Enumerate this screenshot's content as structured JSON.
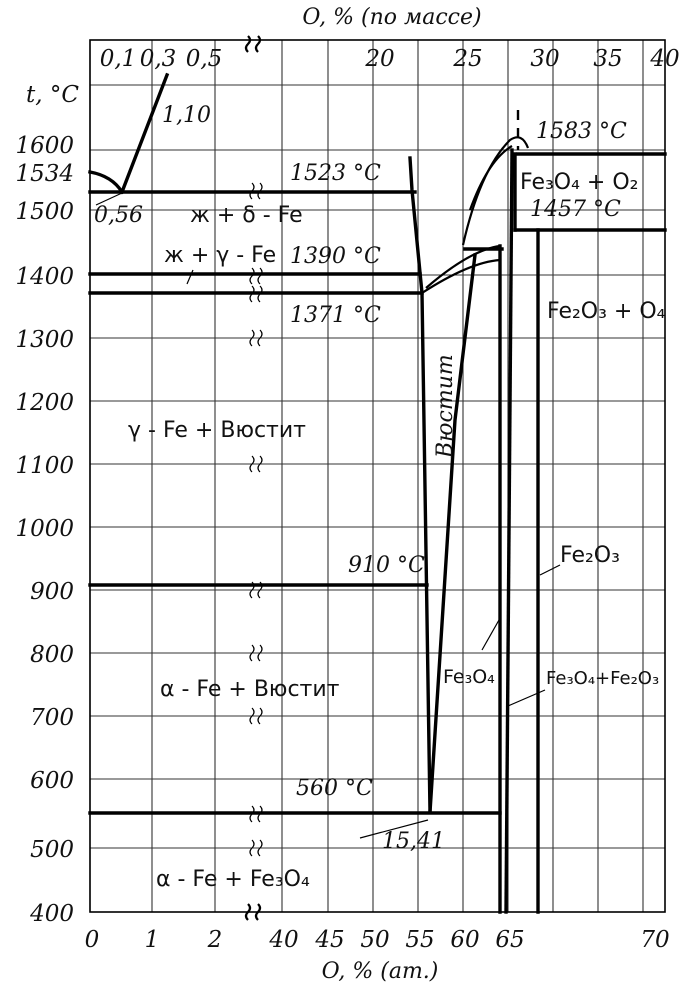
{
  "diagram": {
    "top_axis_title": "O, % (по массе)",
    "top_ticks": [
      "0,1",
      "0,3",
      "0,5",
      "20",
      "25",
      "30",
      "35",
      "40"
    ],
    "bottom_axis_title": "O, % (ат.)",
    "bottom_ticks": [
      "0",
      "1",
      "2",
      "40",
      "45",
      "50",
      "55",
      "60",
      "65",
      "70"
    ],
    "y_axis_title": "t, °C",
    "y_ticks": [
      "1600",
      "1534",
      "1500",
      "1400",
      "1300",
      "1200",
      "1100",
      "1000",
      "900",
      "800",
      "700",
      "600",
      "500",
      "400"
    ],
    "temperatures": {
      "t1523": "1523 °C",
      "t1390": "1390 °C",
      "t1371": "1371 °C",
      "t910": "910 °C",
      "t560": "560 °C",
      "t1583": "1583 °C",
      "t1457": "1457 °C"
    },
    "compositions": {
      "c110": "1,10",
      "c056": "0,56",
      "c1541": "15,41"
    },
    "phases": {
      "l_delta": "ж + δ - Fe",
      "l_gamma": "ж + γ - Fe",
      "gamma_wustite": "γ - Fe + Вюстит",
      "alpha_wustite": "α - Fe + Вюстит",
      "alpha_fe3o4": "α - Fe + Fe₃O₄",
      "wustite": "Вюстит",
      "fe3o4_o2": "Fe₃O₄ + O₂",
      "fe2o3_o4": "Fe₂O₃ + O₄",
      "fe2o3": "Fe₂O₃",
      "fe3o4": "Fe₃O₄",
      "fe3o4_fe2o3": "Fe₃O₄+Fe₂O₃"
    }
  }
}
